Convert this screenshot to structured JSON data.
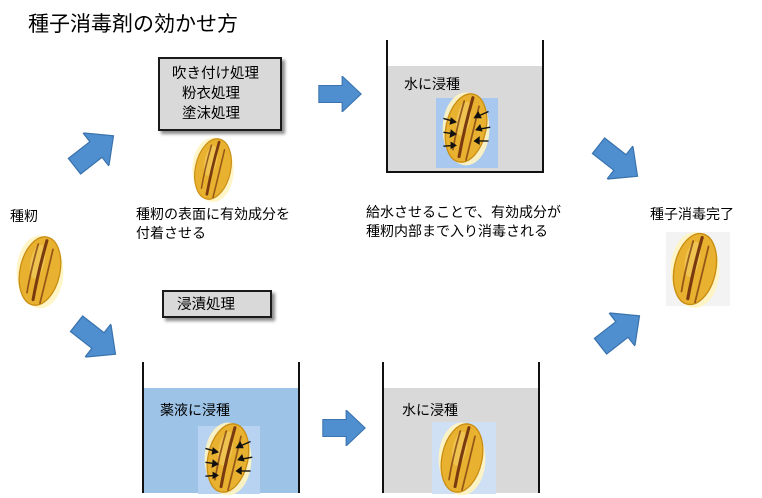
{
  "title": "種子消毒剤の効かせ方",
  "seed_label": "種籾",
  "coating": {
    "lines": [
      "吹き付け処理",
      "粉衣処理",
      "塗沫処理"
    ],
    "note_line1": "種籾の表面に有効成分を",
    "note_line2": "付着させる"
  },
  "soaking": {
    "label": "浸漬処理",
    "tank_label": "薬液に浸種"
  },
  "water_tank_label": "水に浸種",
  "water_note_line1": "給水させることで、有効成分が",
  "water_note_line2": "種籾内部まで入り消毒される",
  "result_label": "種子消毒完了",
  "colors": {
    "arrow": "#4f8fcf",
    "box_fill": "#d9d9d9",
    "water": "#d9d9d9",
    "chemical": "#9dc3e6",
    "seed_body": "#e8b130",
    "seed_stripe": "#7a3a10"
  }
}
